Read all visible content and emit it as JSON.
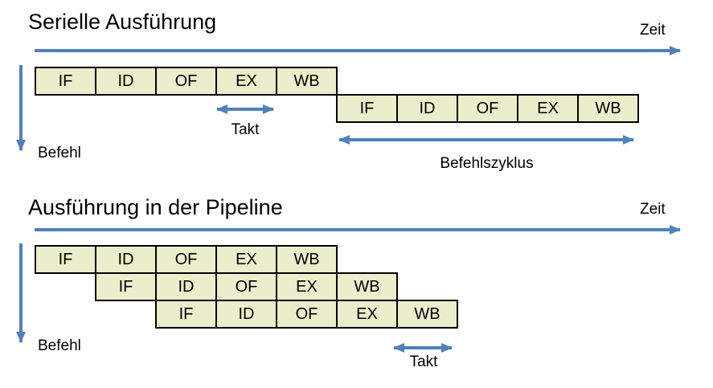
{
  "colors": {
    "box_fill": "#EBEECA",
    "box_border": "#000000",
    "arrow": "#4F81BD",
    "text": "#000000"
  },
  "serial": {
    "title": "Serielle Ausführung",
    "time_label": "Zeit",
    "instruction_axis_label": "Befehl",
    "clock_label": "Takt",
    "cycle_label": "Befehlszyklus",
    "rows": [
      {
        "stages": [
          "IF",
          "ID",
          "OF",
          "EX",
          "WB"
        ]
      },
      {
        "stages": [
          "IF",
          "ID",
          "OF",
          "EX",
          "WB"
        ]
      }
    ]
  },
  "pipeline": {
    "title": "Ausführung in der Pipeline",
    "time_label": "Zeit",
    "instruction_axis_label": "Befehl",
    "clock_label": "Takt",
    "rows": [
      {
        "stages": [
          "IF",
          "ID",
          "OF",
          "EX",
          "WB"
        ]
      },
      {
        "stages": [
          "IF",
          "ID",
          "OF",
          "EX",
          "WB"
        ]
      },
      {
        "stages": [
          "IF",
          "ID",
          "OF",
          "EX",
          "WB"
        ]
      }
    ]
  }
}
